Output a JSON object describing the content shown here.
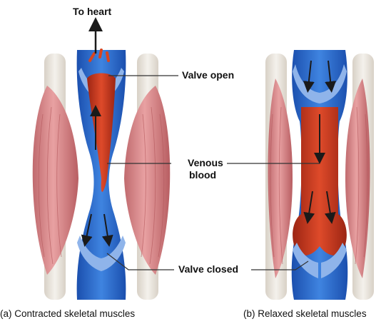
{
  "labels": {
    "to_heart": "To heart",
    "valve_open": "Valve open",
    "venous_line1": "Venous",
    "venous_line2": "blood",
    "valve_closed": "Valve closed"
  },
  "captions": {
    "a": "(a) Contracted skeletal muscles",
    "b": "(b) Relaxed skeletal muscles"
  },
  "colors": {
    "muscle": "#d9888a",
    "muscle_dark": "#b65a5e",
    "tendon": "#ebe6de",
    "vein_wall": "#2f6fcf",
    "vein_dark": "#17459a",
    "valve": "#8fb4ea",
    "blood": "#c8361d",
    "blood_dark": "#8f2212",
    "arrow": "#1a1a1a"
  }
}
